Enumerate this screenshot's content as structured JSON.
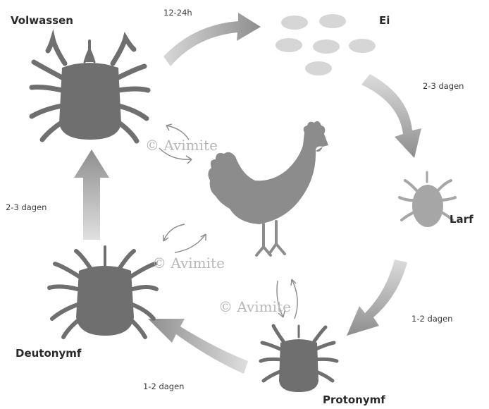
{
  "stages": {
    "adult": "Volwassen",
    "egg": "Ei",
    "larva": "Larf",
    "protonymph": "Protonymf",
    "deutonymph": "Deutonymf"
  },
  "durations": {
    "adult_to_egg": "12-24h",
    "egg_to_larva": "2-3 dagen",
    "larva_to_protonymph": "1-2 dagen",
    "protonymph_to_deutonymph": "1-2 dagen",
    "deutonymph_to_adult": "2-3 dagen"
  },
  "watermark": "© Avimite",
  "colors": {
    "mite": "#6f6f6f",
    "larva": "#a6a6a6",
    "egg": "#d6d6d6",
    "chicken": "#8c8c8c",
    "arrow": "#9a9a9a",
    "text": "#2a2a2a"
  }
}
